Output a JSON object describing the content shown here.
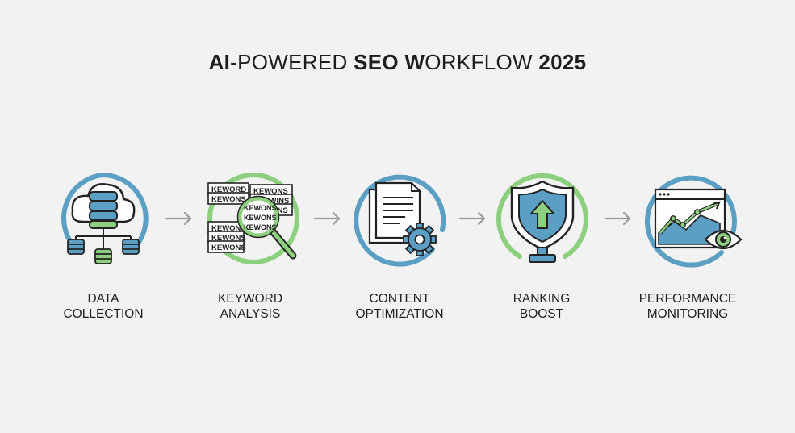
{
  "title": {
    "segments": [
      {
        "text": "AI-",
        "weight": "bold"
      },
      {
        "text": "POWERED ",
        "weight": "normal"
      },
      {
        "text": "SEO W",
        "weight": "bold"
      },
      {
        "text": "ORKFLOW ",
        "weight": "normal"
      },
      {
        "text": "2025",
        "weight": "bold"
      }
    ]
  },
  "colors": {
    "blue": "#5b9fc4",
    "green": "#8ccf7e",
    "dark": "#222222",
    "background": "#f2f2f2",
    "arrow": "#9a9a9a"
  },
  "steps": [
    {
      "id": "data-collection",
      "icon": "database-cloud-icon",
      "ring": "blue-green",
      "label_lines": [
        "DATA",
        "COLLECTION"
      ]
    },
    {
      "id": "keyword-analysis",
      "icon": "keyword-magnifier-icon",
      "ring": "green",
      "label_lines": [
        "KEYWORD",
        "ANALYSIS"
      ]
    },
    {
      "id": "content-optimization",
      "icon": "document-gear-icon",
      "ring": "blue",
      "label_lines": [
        "CONTENT",
        "OPTIMIZATION"
      ]
    },
    {
      "id": "ranking-boost",
      "icon": "shield-arrow-up-icon",
      "ring": "green",
      "label_lines": [
        "RANKING",
        "BOOST"
      ]
    },
    {
      "id": "performance-monitoring",
      "icon": "chart-eye-icon",
      "ring": "blue",
      "label_lines": [
        "PERFORMANCE",
        "MONITORING"
      ]
    }
  ],
  "keyword_cards": {
    "left": [
      "KEWORD",
      "KEWONS",
      "KEWONS",
      "KEWONS",
      "KEWONS"
    ],
    "right": [
      "KEWONS",
      "KEYWINS",
      "KEWONS"
    ],
    "lens": [
      "KEWONS",
      "KEWONS",
      "KEWONS"
    ]
  },
  "arrows": [
    "arrow-1",
    "arrow-2",
    "arrow-3",
    "arrow-4"
  ]
}
